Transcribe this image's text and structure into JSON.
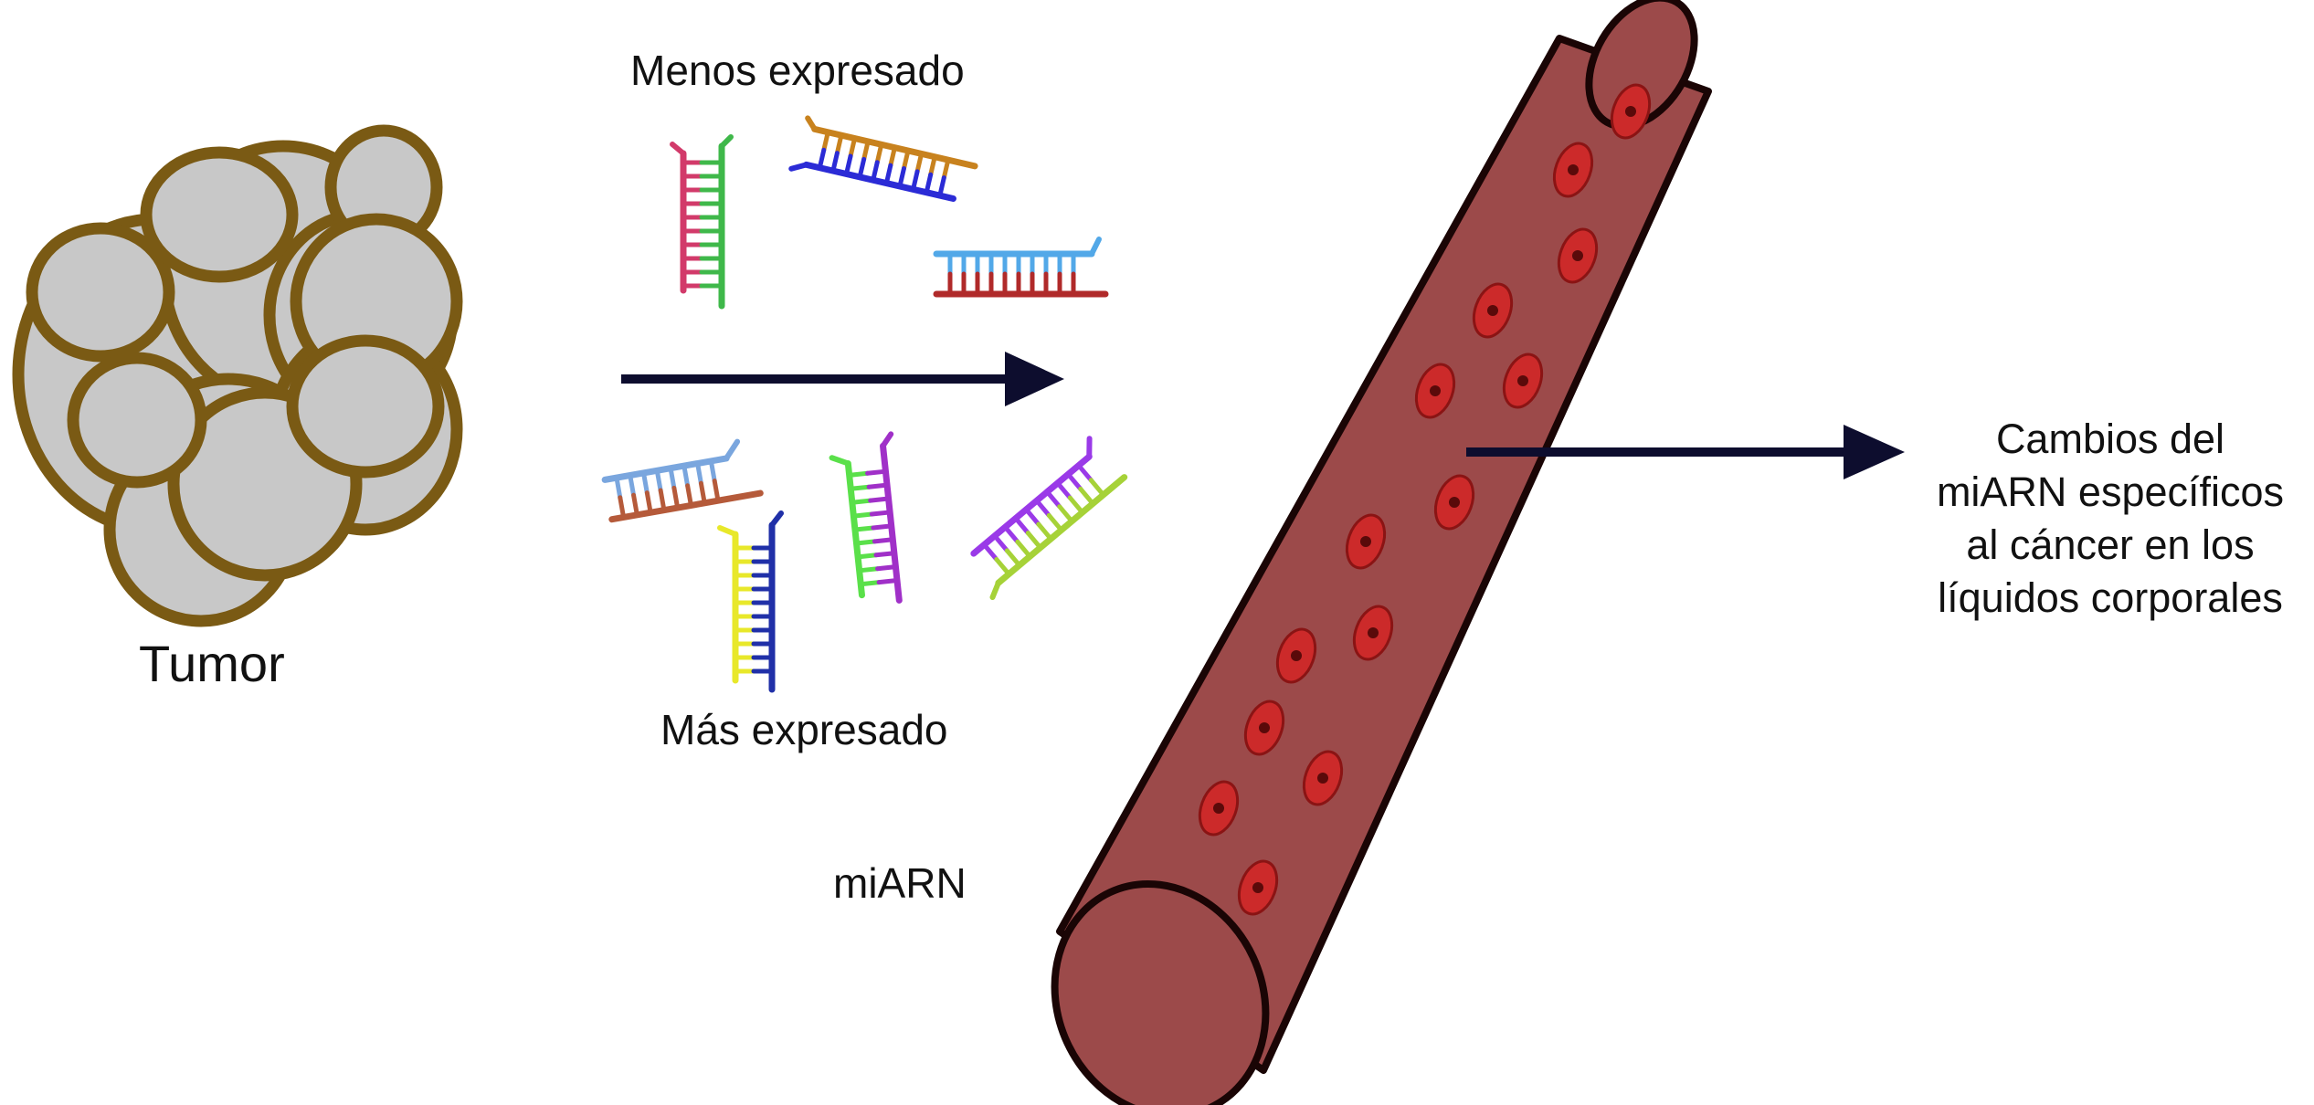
{
  "labels": {
    "tumor": "Tumor",
    "less_expressed": "Menos expresado",
    "more_expressed": "Más expresado",
    "mirna": "miARN",
    "result_lines": [
      "Cambios del",
      "miARN específicos",
      "al cáncer en los",
      "líquidos corporales"
    ]
  },
  "colors": {
    "tumor_cell_fill": "#c8c8c8",
    "tumor_cell_outline": "#7a5a14",
    "vessel_fill": "#9c4a4a",
    "vessel_outline": "#1a0505",
    "blood_cell": "#cc2a2a",
    "blood_cell_core": "#5a0a0a",
    "arrow": "#0d0d2e"
  },
  "icons": {
    "tumor": "cell-cluster-icon",
    "vessel": "blood-vessel-icon",
    "mirna": "mirna-hairpin-icon",
    "arrow": "right-arrow-icon"
  }
}
